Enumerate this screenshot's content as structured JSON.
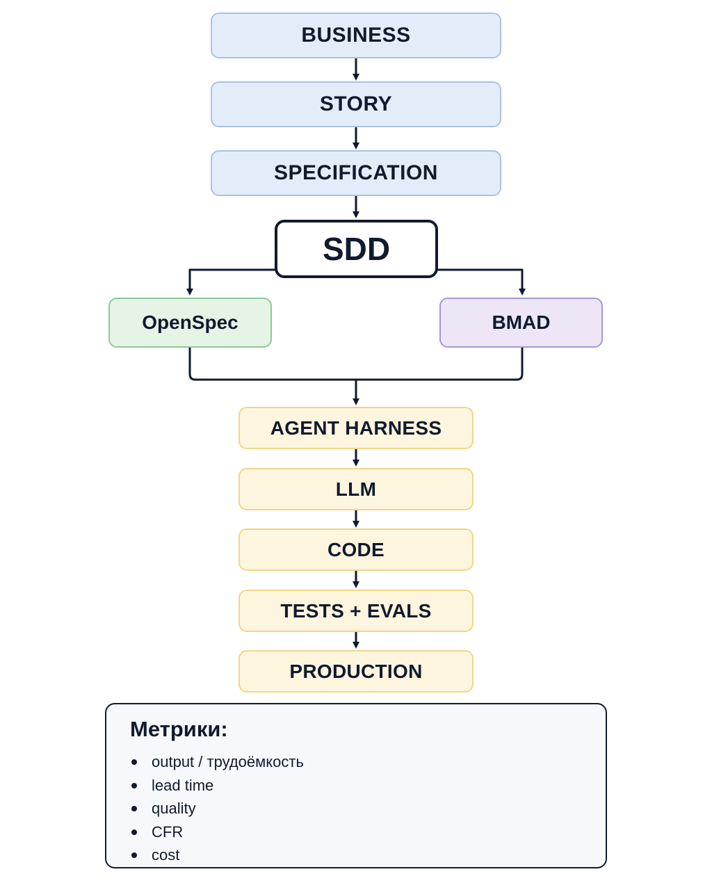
{
  "flow": {
    "business": "BUSINESS",
    "story": "STORY",
    "specification": "SPECIFICATION",
    "sdd": "SDD",
    "openspec": "OpenSpec",
    "bmad": "BMAD",
    "agent_harness": "AGENT HARNESS",
    "llm": "LLM",
    "code": "CODE",
    "tests_evals": "TESTS + EVALS",
    "production": "PRODUCTION"
  },
  "metrics": {
    "title": "Метрики:",
    "items": [
      "output / трудоёмкость",
      "lead time",
      "quality",
      "CFR",
      "cost"
    ]
  },
  "colors": {
    "ink": "#111a2e",
    "stage_blue": "#e3edf9",
    "stage_green": "#e6f4e6",
    "stage_purple": "#ece6f6",
    "stage_yellow": "#fdf5de"
  }
}
